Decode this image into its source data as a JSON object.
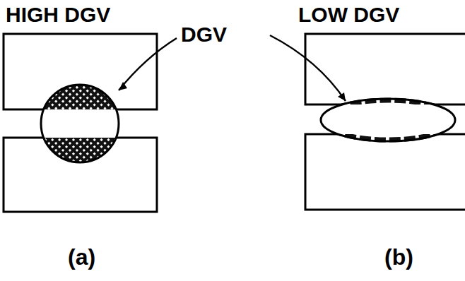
{
  "diagram": {
    "labels": [
      "HIGH DGV",
      "LOW DGV",
      "DGV",
      "(a)",
      "(b)"
    ]
  }
}
